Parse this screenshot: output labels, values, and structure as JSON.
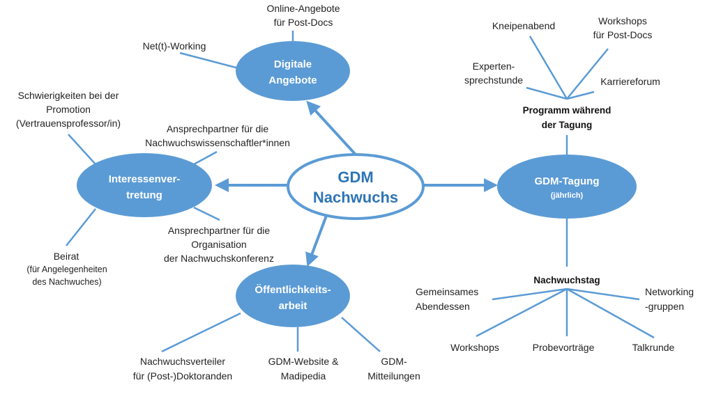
{
  "colors": {
    "node": "#5B9BD5",
    "center_text": "#2E75B6"
  },
  "center": {
    "line1": "GDM",
    "line2": "Nachwuchs"
  },
  "digitale": {
    "line1": "Digitale",
    "line2": "Angebote",
    "online": [
      "Online-Angebote",
      "für Post-Docs"
    ],
    "networking": "Net(t)-Working"
  },
  "interessen": {
    "line1": "Interessenver-",
    "line2": "tretung",
    "schwierig": [
      "Schwierigkeiten bei der",
      "Promotion",
      "(Vertrauensprofessor/in)"
    ],
    "ansprech1": [
      "Ansprechpartner für die",
      "Nachwuchswissenschaftler*innen"
    ],
    "ansprech2": [
      "Ansprechpartner für die",
      "Organisation",
      "der Nachwuchskonferenz"
    ],
    "beirat": [
      "Beirat",
      "(für Angelegenheiten",
      "des Nachwuches)"
    ]
  },
  "oeffentlich": {
    "line1": "Öffentlichkeits-",
    "line2": "arbeit",
    "verteiler": [
      "Nachwuchsverteiler",
      "für (Post-)Doktoranden"
    ],
    "website": [
      "GDM-Website &",
      "Madipedia"
    ],
    "mitteilungen": [
      "GDM-",
      "Mitteilungen"
    ]
  },
  "tagung": {
    "line1": "GDM-Tagung",
    "line2": "(jährlich)",
    "programm": [
      "Programm während",
      "der Tagung"
    ],
    "kneipe": "Kneipenabend",
    "workshops_pd": [
      "Workshops",
      "für Post-Docs"
    ],
    "experten": [
      "Experten-",
      "sprechstunde"
    ],
    "karriere": "Karriereforum",
    "nachwuchstag": "Nachwuchstag",
    "abendessen": [
      "Gemeinsames",
      "Abendessen"
    ],
    "networking": [
      "Networking",
      "-gruppen"
    ],
    "workshops": "Workshops",
    "probe": "Probevorträge",
    "talk": "Talkrunde"
  }
}
